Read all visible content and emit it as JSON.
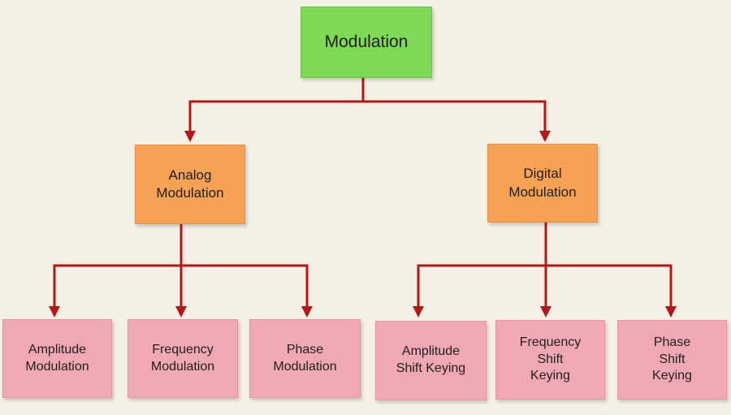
{
  "colors": {
    "background": "#f5f0e6",
    "root_fill": "#7ed957",
    "category_fill": "#f7a154",
    "leaf_fill": "#f0a8b4",
    "connector": "#b31818"
  },
  "root": {
    "lines": [
      "Modulation"
    ]
  },
  "analog": {
    "lines": [
      "Analog",
      "Modulation"
    ],
    "children": [
      {
        "lines": [
          "Amplitude",
          "Modulation"
        ]
      },
      {
        "lines": [
          "Frequency",
          "Modulation"
        ]
      },
      {
        "lines": [
          "Phase",
          "Modulation"
        ]
      }
    ]
  },
  "digital": {
    "lines": [
      "Digital",
      "Modulation"
    ],
    "children": [
      {
        "lines": [
          "Amplitude",
          "Shift Keying"
        ]
      },
      {
        "lines": [
          "Frequency",
          "Shift",
          "Keying"
        ]
      },
      {
        "lines": [
          "Phase",
          "Shift",
          "Keying"
        ]
      }
    ]
  }
}
